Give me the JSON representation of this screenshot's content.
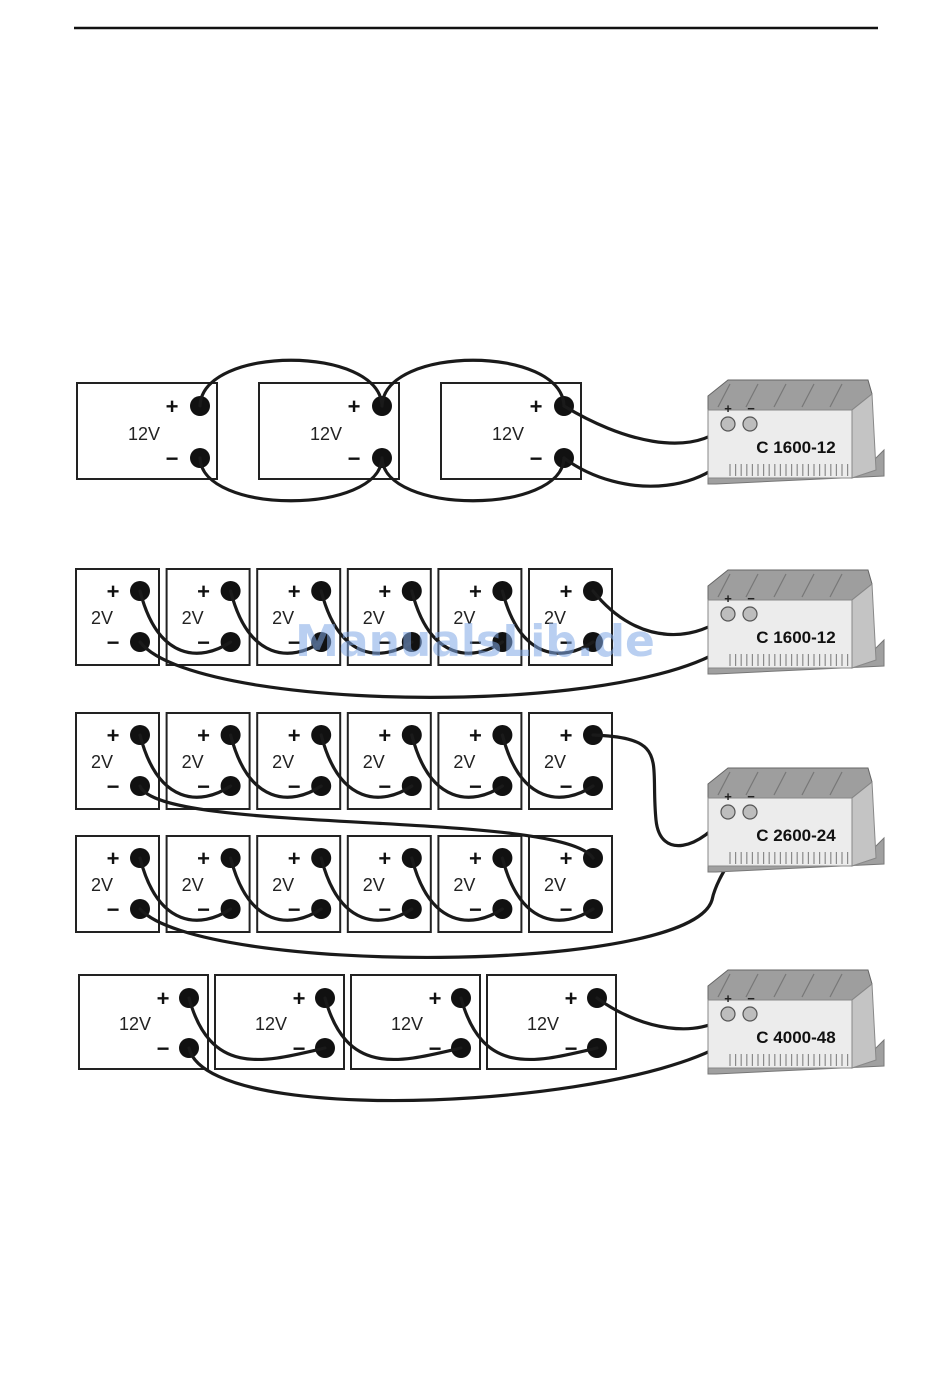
{
  "watermark": "ManualsLib.de",
  "terminal_plus": "+",
  "terminal_minus": "−",
  "diagrams": [
    {
      "charger_model": "C 1600-12",
      "batteries": [
        "12V",
        "12V",
        "12V"
      ]
    },
    {
      "charger_model": "C 1600-12",
      "batteries": [
        "2V",
        "2V",
        "2V",
        "2V",
        "2V",
        "2V"
      ]
    },
    {
      "charger_model": "C 2600-24",
      "batteries": [
        "2V",
        "2V",
        "2V",
        "2V",
        "2V",
        "2V",
        "2V",
        "2V",
        "2V",
        "2V",
        "2V",
        "2V"
      ]
    },
    {
      "charger_model": "C 4000-48",
      "batteries": [
        "12V",
        "12V",
        "12V",
        "12V"
      ]
    }
  ],
  "colors": {
    "watermark": "#7fa7e6",
    "cable": "#1a1a1a"
  }
}
